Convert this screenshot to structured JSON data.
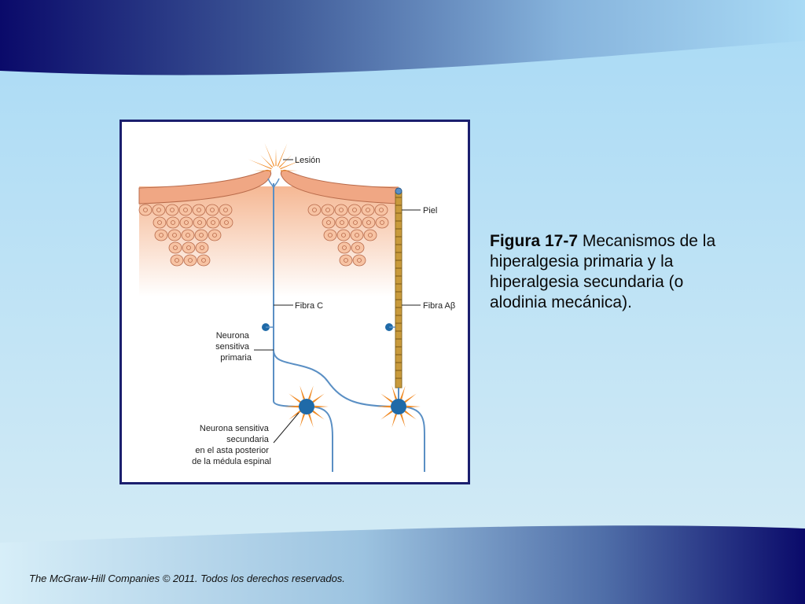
{
  "caption": {
    "figure_number": "Figura 17-7",
    "text": " Mecanismos de la hiperalgesia primaria y la hiperalgesia secundaria (o alodinia mecánica)."
  },
  "diagram": {
    "labels": {
      "lesion": "Lesión",
      "skin": "Piel",
      "fiber_c": "Fibra C",
      "fiber_ab": "Fibra Aβ",
      "primary_neuron": [
        "Neurona",
        "sensitiva",
        "primaria"
      ],
      "secondary_neuron": [
        "Neurona sensitiva",
        "secundaria",
        "en el asta posterior",
        "de la médula espinal"
      ]
    }
  },
  "footer": "The McGraw-Hill Companies © 2011. Todos los derechos reservados.",
  "colors": {
    "navy": "#0a0a6a",
    "sky": "#a9daf5",
    "skin": "#f5b894",
    "nerve": "#5a8fc4",
    "spark": "#f08a24"
  }
}
